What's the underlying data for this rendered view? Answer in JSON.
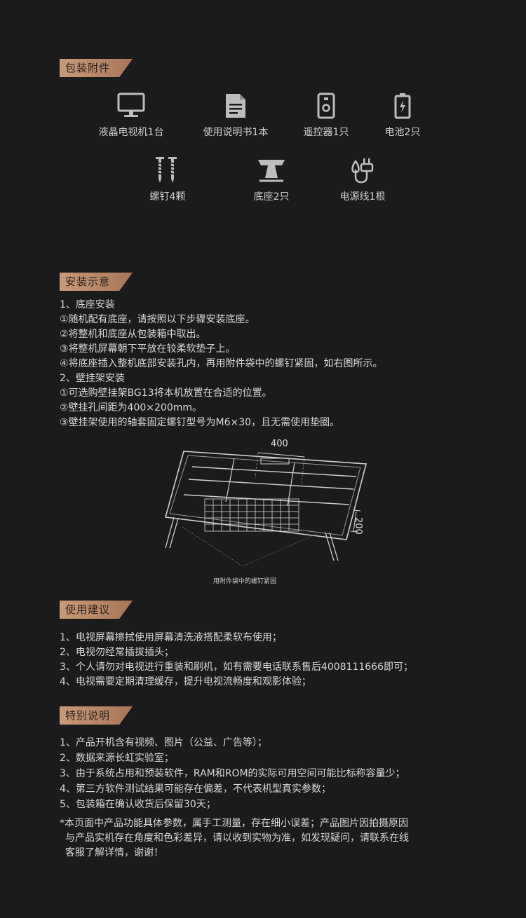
{
  "sections": {
    "accessories": {
      "title": "包装附件",
      "items": [
        {
          "icon": "monitor-icon",
          "label": "液晶电视机1台"
        },
        {
          "icon": "manual-icon",
          "label": "使用说明书1本"
        },
        {
          "icon": "remote-icon",
          "label": "遥控器1只"
        },
        {
          "icon": "battery-icon",
          "label": "电池2只"
        },
        {
          "icon": "screw-icon",
          "label": "螺钉4颗"
        },
        {
          "icon": "stand-icon",
          "label": "底座2只"
        },
        {
          "icon": "power-cord-icon",
          "label": "电源线1根"
        }
      ]
    },
    "install": {
      "title": "安装示意",
      "lines": [
        "1、底座安装",
        "①随机配有底座，请按照以下步骤安装底座。",
        "②将整机和底座从包装箱中取出。",
        "③将整机屏幕朝下平放在较柔软垫子上。",
        "④将底座插入整机底部安装孔内，再用附件袋中的螺钉紧固，如右图所示。",
        "2、壁挂架安装",
        "①可选购壁挂架BG13将本机放置在合适的位置。",
        "②壁挂孔间距为400×200mm。",
        "③壁挂架使用的轴套固定螺钉型号为M6×30，且无需使用垫圈。"
      ],
      "diagram": {
        "width_label": "400",
        "height_label": "200",
        "caption": "用附件袋中的螺钉紧固"
      }
    },
    "usage": {
      "title": "使用建议",
      "lines": [
        "1、电视屏幕擦拭使用屏幕清洗液搭配柔软布使用；",
        "2、电视勿经常插拔插头；",
        "3、个人请勿对电视进行重装和刷机，如有需要电话联系售后4008111666即可；",
        "4、电视需要定期清理缓存，提升电视流畅度和观影体验；"
      ]
    },
    "notes": {
      "title": "特别说明",
      "lines": [
        "1、产品开机含有视频、图片（公益、广告等）；",
        "2、数据来源长虹实验室；",
        "3、由于系统占用和预装软件，RAM和ROM的实际可用空间可能比标称容量少；",
        "4、第三方软件测试结果可能存在偏差，不代表机型真实参数；",
        "5、包装箱在确认收货后保留30天；"
      ],
      "disclaimer": [
        "*本页面中产品功能具体参数，属手工测量，存在细小误差；产品图片因拍摄原因",
        "与产品实机存在角度和色彩差异，请以收到实物为准，如发现疑问，请联系在线",
        "客服了解详情，谢谢！"
      ]
    }
  }
}
